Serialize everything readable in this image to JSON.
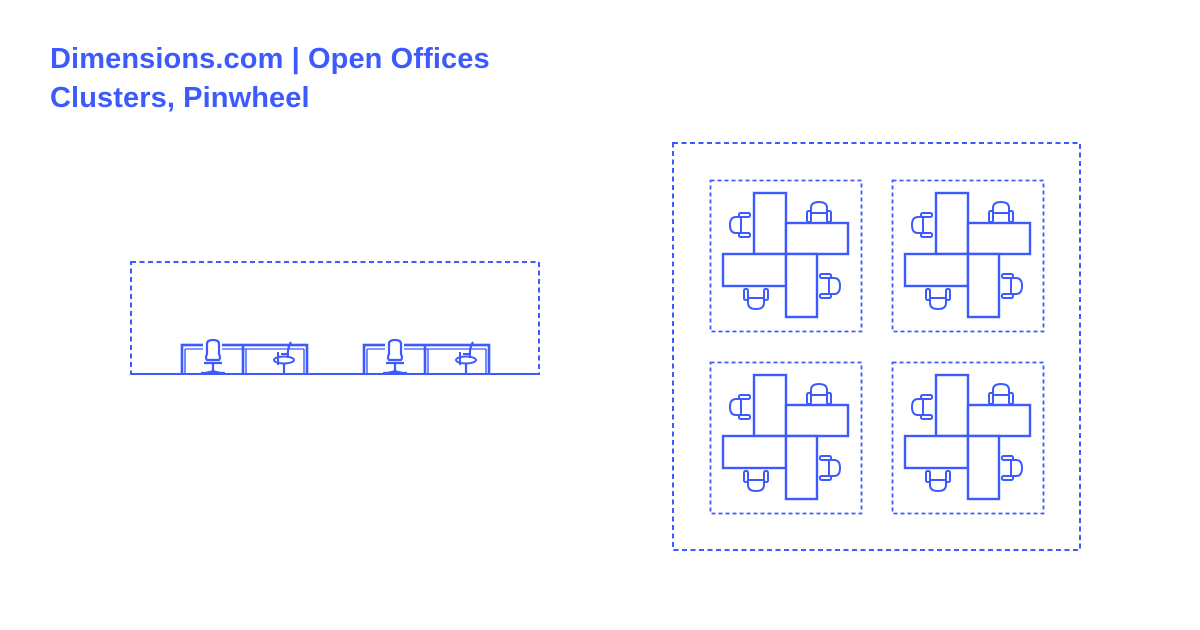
{
  "header": {
    "title_line1": "Dimensions.com | Open Offices",
    "title_line2": "Clusters, Pinwheel"
  },
  "colors": {
    "accent": "#3d5afe",
    "background": "#ffffff"
  },
  "elevation_view": {
    "label": "elevation",
    "workstation_count": 2,
    "chairs_per_workstation": 2
  },
  "plan_view": {
    "label": "plan",
    "cluster_count": 4,
    "desks_per_cluster": 4,
    "chairs_per_cluster": 4,
    "grid": "2x2"
  }
}
